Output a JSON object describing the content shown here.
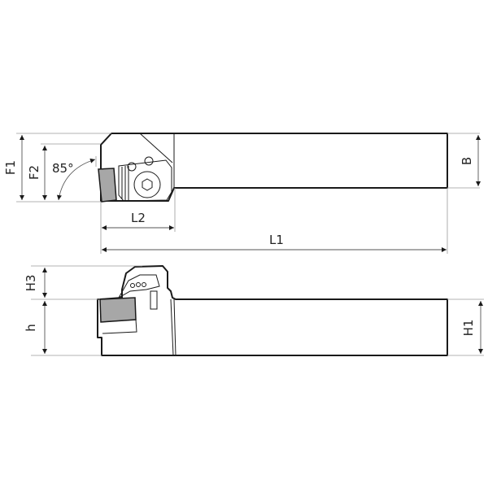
{
  "drawing": {
    "title": "Tool holder technical drawing",
    "views": [
      "top-view",
      "side-view"
    ],
    "colors": {
      "line": "#1a1a1a",
      "extension_line": "#9a9a9a",
      "insert_fill": "#a7a7a7",
      "background": "#ffffff"
    }
  },
  "dimensions": {
    "F1": "F1",
    "F2": "F2",
    "angle": "85°",
    "B": "B",
    "L2": "L2",
    "L1": "L1",
    "H3": "H3",
    "h": "h",
    "H1": "H1"
  }
}
